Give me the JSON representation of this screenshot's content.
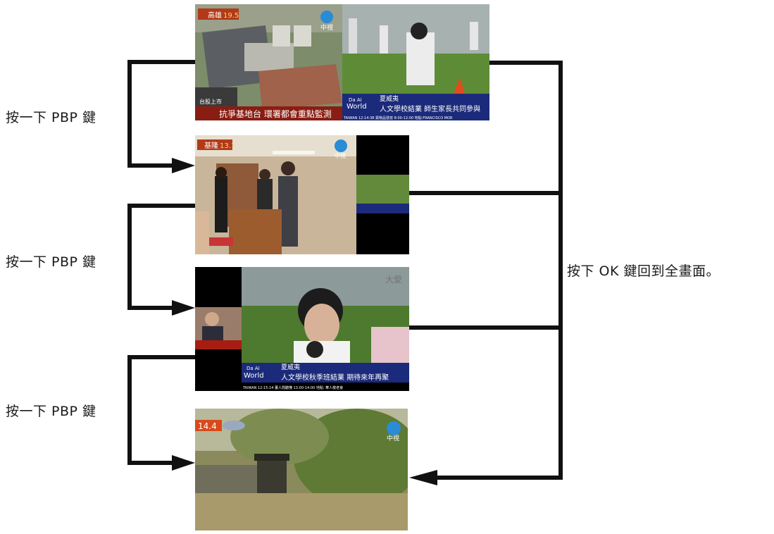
{
  "steps": [
    {
      "label": "按一下 PBP 鍵"
    },
    {
      "label": "按一下 PBP 鍵"
    },
    {
      "label": "按一下 PBP 鍵"
    }
  ],
  "return_label": "按下 OK 鍵回到全畫面。",
  "frames": {
    "f1": {
      "left_panel": {
        "city": "高雄",
        "temp": "19.5",
        "channel": "中視",
        "headline": "抗爭基地台 環署都會重點監測",
        "ticker": "台股上市"
      },
      "right_panel": {
        "brand1": "Da Ai",
        "brand2": "World",
        "reporter": "夏威夷",
        "headline": "人文學校結業 師生家長共同參與",
        "ticker": "TAIWAN 12:14:38  異物品發放 8:00-12:00 地點:FRANCISCO MOR"
      }
    },
    "f2": {
      "city": "基隆",
      "temp": "13.1",
      "channel": "中視"
    },
    "f3": {
      "brand1": "Da Ai",
      "brand2": "World",
      "reporter": "夏威夷",
      "headline": "人文學校秋季班結業 期待來年再聚",
      "ticker": "TAIWAN 12:15:14  董人閒聽懂 13:00-14:00 地點: 華人敬老會",
      "watermark": "大愛"
    },
    "f4": {
      "temp": "14.4",
      "channel": "中視"
    }
  },
  "colors": {
    "arrow": "#111111",
    "headline_bar": "#1b2a7a",
    "temp_badge": "#d84a1a"
  }
}
